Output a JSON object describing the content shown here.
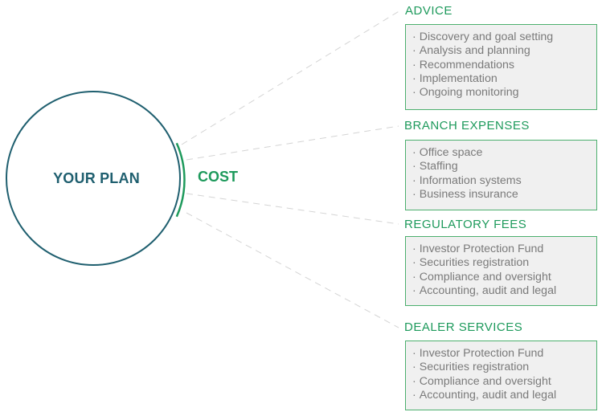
{
  "center": {
    "title": "YOUR PLAN",
    "cost_label": "COST"
  },
  "colors": {
    "circle_stroke": "#1f5f6f",
    "accent_green": "#1e9a5c",
    "box_border": "#4caf6e",
    "box_fill": "#f0f0f0",
    "item_text": "#7a7a7a",
    "connector": "#d4d4d4"
  },
  "bullet_glyph": "·",
  "sections": [
    {
      "title": "ADVICE",
      "items": [
        "Discovery and goal setting",
        "Analysis and planning",
        "Recommendations",
        "Implementation",
        "Ongoing monitoring"
      ]
    },
    {
      "title": "BRANCH EXPENSES",
      "items": [
        "Office space",
        "Staffing",
        "Information systems",
        "Business insurance"
      ]
    },
    {
      "title": "REGULATORY FEES",
      "items": [
        "Investor Protection Fund",
        "Securities registration",
        "Compliance and oversight",
        "Accounting, audit and legal"
      ]
    },
    {
      "title": "DEALER SERVICES",
      "items": [
        "Investor Protection Fund",
        "Securities registration",
        "Compliance and oversight",
        "Accounting, audit and legal"
      ]
    }
  ]
}
